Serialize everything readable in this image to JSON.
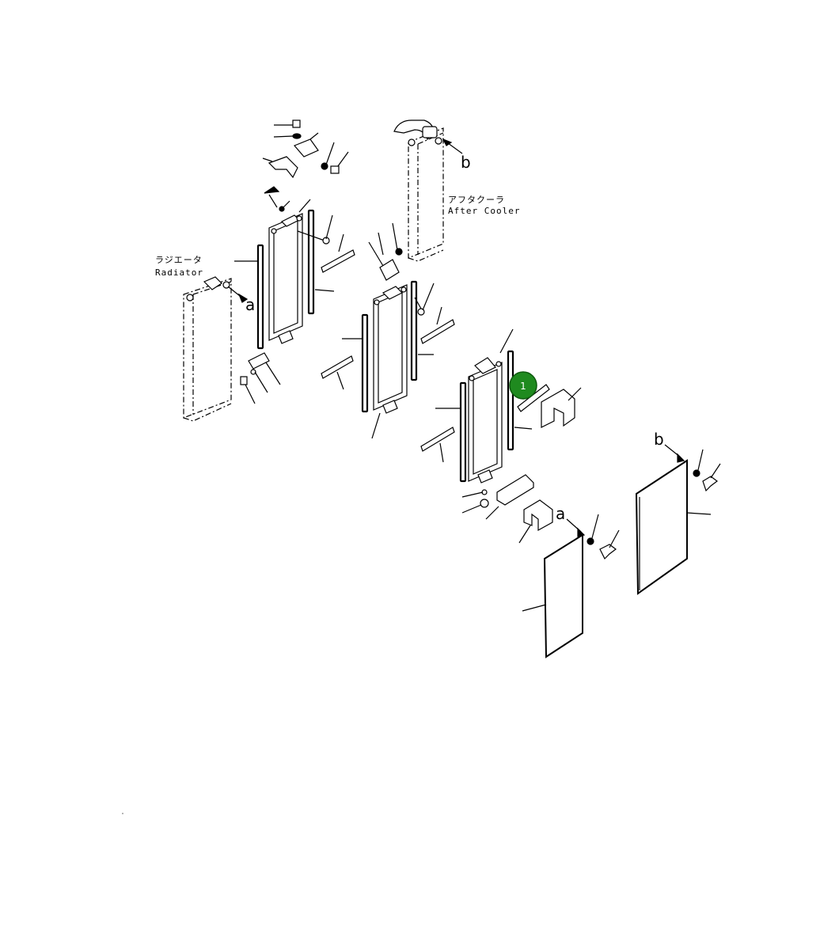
{
  "labels": {
    "radiator_jp": "ラジエータ",
    "radiator_en": "Radiator",
    "aftercooler_jp": "アフタクーラ",
    "aftercooler_en": "After Cooler",
    "ref_a_1": "a",
    "ref_a_2": "a",
    "ref_b_1": "b",
    "ref_b_2": "b"
  },
  "callouts": [
    {
      "number": "1"
    }
  ],
  "colors": {
    "callout_fill": "#1f8a1f",
    "callout_stroke": "#0d5a0d",
    "line": "#000000"
  }
}
